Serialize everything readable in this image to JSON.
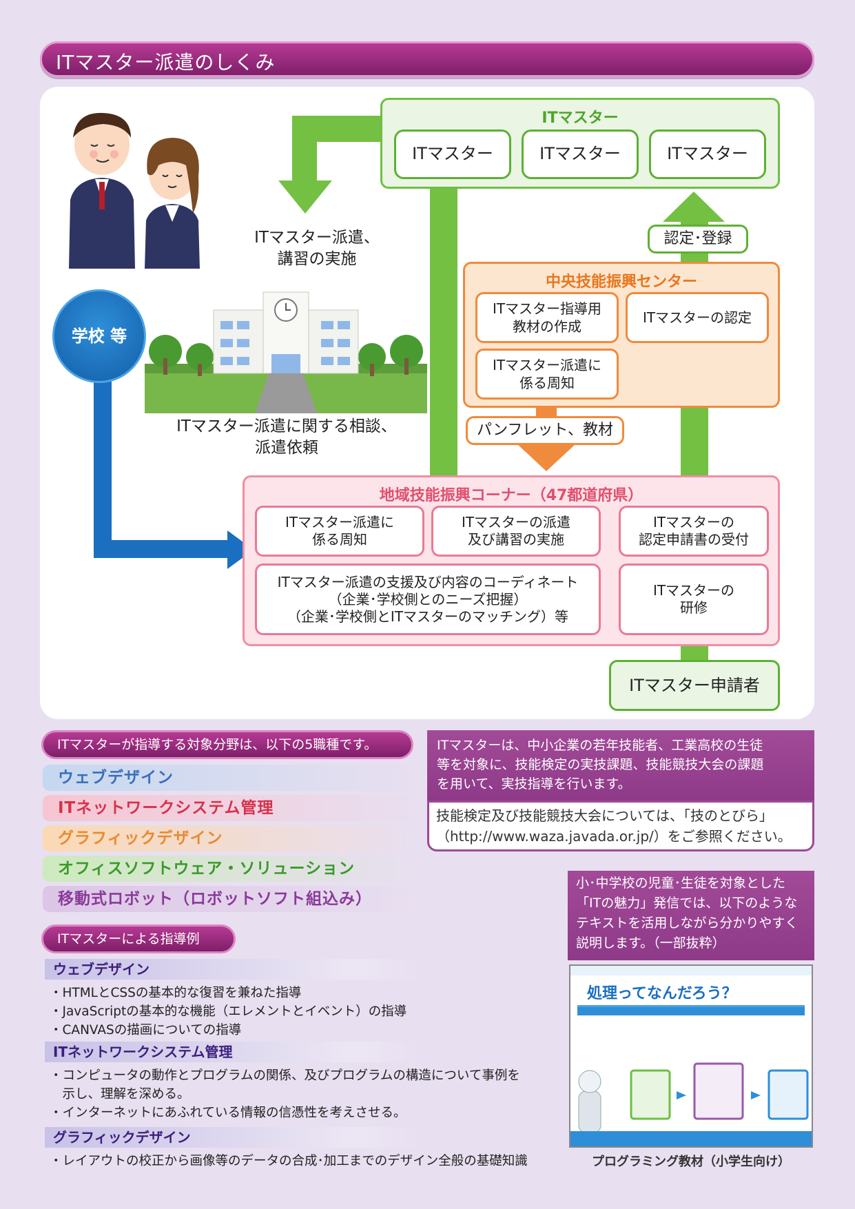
{
  "header": {
    "title": "ITマスター派遣のしくみ"
  },
  "diagram": {
    "it_master_group": {
      "title": "ITマスター",
      "members": [
        "ITマスター",
        "ITマスター",
        "ITマスター"
      ]
    },
    "dispatch_label": {
      "line1": "ITマスター派遣、",
      "line2": "講習の実施"
    },
    "school": "学校 等",
    "consult_label": {
      "line1": "ITマスター派遣に関する相談、",
      "line2": "派遣依頼"
    },
    "certify_badge": "認定･登録",
    "central": {
      "title": "中央技能振興センター",
      "items": [
        {
          "line1": "ITマスター指導用",
          "line2": "教材の作成"
        },
        {
          "line1": "ITマスターの認定",
          "line2": ""
        },
        {
          "line1": "ITマスター派遣に",
          "line2": "係る周知"
        }
      ]
    },
    "pamphlet": "パンフレット、教材",
    "regional": {
      "title": "地域技能振興コーナー（47都道府県）",
      "items": [
        {
          "line1": "ITマスター派遣に",
          "line2": "係る周知"
        },
        {
          "line1": "ITマスターの派遣",
          "line2": "及び講習の実施"
        },
        {
          "line1": "ITマスターの",
          "line2": "認定申請書の受付"
        },
        {
          "line1": "ITマスター派遣の支援及び内容のコーディネート",
          "line2": "（企業･学校側とのニーズ把握）",
          "line3": "（企業･学校側とITマスターのマッチング）等"
        },
        {
          "line1": "ITマスターの",
          "line2": "研修"
        }
      ]
    },
    "applicant": "ITマスター申請者"
  },
  "fields": {
    "heading": "ITマスターが指導する対象分野は、以下の5職種です。",
    "items": [
      "ウェブデザイン",
      "ITネットワークシステム管理",
      "グラフィックデザイン",
      "オフィスソフトウェア・ソリューション",
      "移動式ロボット（ロボットソフト組込み）"
    ]
  },
  "info": {
    "main": [
      "ITマスターは、中小企業の若年技能者、工業高校の生徒",
      "等を対象に、技能検定の実技課題、技能競技大会の課題",
      "を用いて、実技指導を行います。"
    ],
    "note": [
      "技能検定及び技能競技大会については、「技のとびら」",
      "（http://www.waza.javada.or.jp/）をご参照ください。"
    ]
  },
  "examples": {
    "heading": "ITマスターによる指導例",
    "sections": [
      {
        "title": "ウェブデザイン",
        "bullets": [
          "・HTMLとCSSの基本的な復習を兼ねた指導",
          "・JavaScriptの基本的な機能（エレメントとイベント）の指導",
          "・CANVASの描画についての指導"
        ]
      },
      {
        "title": "ITネットワークシステム管理",
        "bullets": [
          "・コンピュータの動作とプログラムの関係、及びプログラムの構造について事例を",
          "　示し、理解を深める。",
          "・インターネットにあふれている情報の信憑性を考えさせる。"
        ]
      },
      {
        "title": "グラフィックデザイン",
        "bullets": [
          "・レイアウトの校正から画像等のデータの合成･加工までのデザイン全般の基礎知識"
        ]
      }
    ]
  },
  "promo": {
    "text": [
      "小･中学校の児童･生徒を対象とした",
      "「ITの魅力」発信では、以下のような",
      "テキストを活用しながら分かりやすく",
      "説明します。（一部抜粋）"
    ],
    "slide_title": "処理ってなんだろう？",
    "caption": "プログラミング教材（小学生向け）"
  },
  "colors": {
    "accent_purple": "#8e2a7a",
    "green": "#74c043",
    "orange": "#f08a3c",
    "pink": "#e97a93",
    "blue": "#1a6fc0"
  }
}
